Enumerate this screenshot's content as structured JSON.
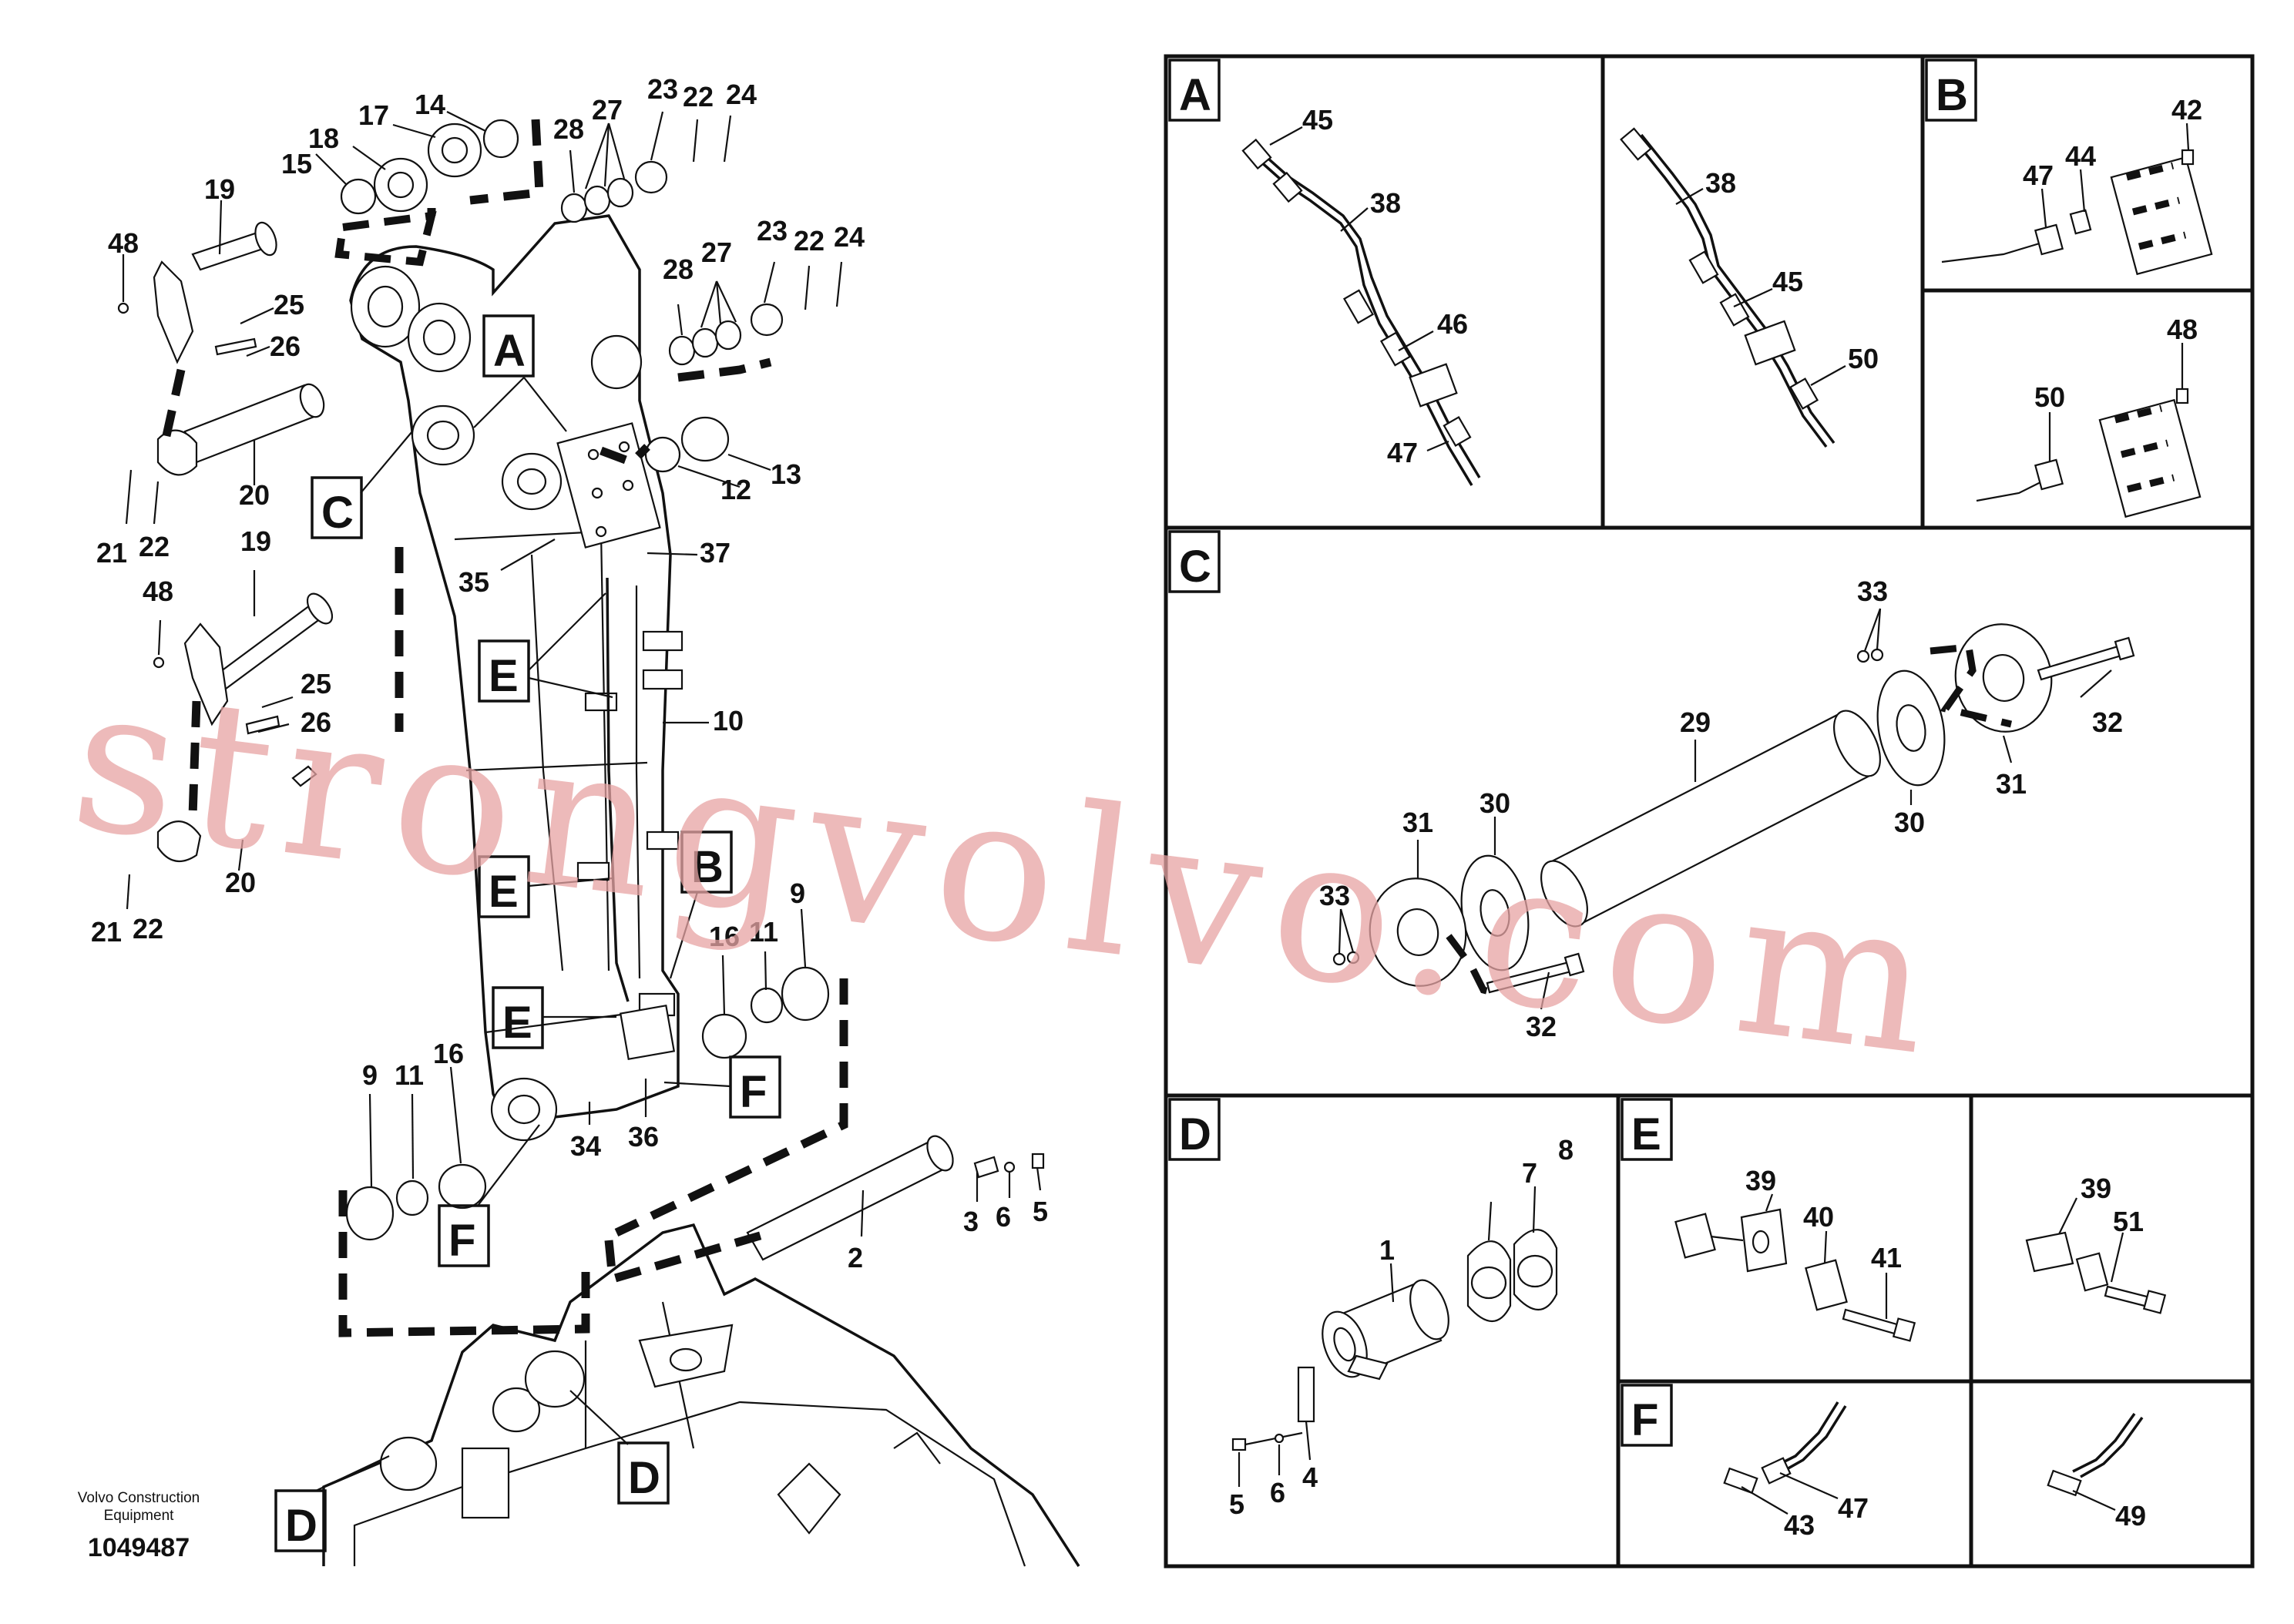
{
  "drawing": {
    "publisher_line1": "Volvo Construction",
    "publisher_line2": "Equipment",
    "drawing_number": "1049487"
  },
  "watermark": "strongvolvo.com",
  "colors": {
    "ink": "#111111",
    "watermark": "#e7a4a4",
    "background": "#ffffff"
  },
  "detail_panels": {
    "A1": {
      "letter": "A",
      "labels": [
        "45",
        "38",
        "46",
        "47"
      ]
    },
    "A2": {
      "labels": [
        "38",
        "45",
        "50"
      ]
    },
    "B1": {
      "letter": "B",
      "labels": [
        "42",
        "44",
        "47"
      ]
    },
    "B2": {
      "labels": [
        "48",
        "50"
      ]
    },
    "C": {
      "letter": "C",
      "labels": [
        "33",
        "32",
        "29",
        "31",
        "30",
        "30",
        "31",
        "33",
        "32"
      ]
    },
    "D": {
      "letter": "D",
      "labels": [
        "7",
        "8",
        "1",
        "5",
        "6",
        "4"
      ]
    },
    "E1": {
      "letter": "E",
      "labels": [
        "39",
        "40",
        "41"
      ]
    },
    "E2": {
      "labels": [
        "39",
        "51"
      ]
    },
    "F1": {
      "letter": "F",
      "labels": [
        "47",
        "43"
      ]
    },
    "F2": {
      "labels": [
        "49"
      ]
    }
  },
  "main_view": {
    "callout_boxes": [
      "A",
      "C",
      "E",
      "E",
      "B",
      "E",
      "F",
      "F",
      "D",
      "D"
    ],
    "labels": [
      "19",
      "48",
      "25",
      "26",
      "20",
      "21",
      "22",
      "15",
      "18",
      "17",
      "14",
      "28",
      "27",
      "23",
      "22",
      "24",
      "28",
      "27",
      "23",
      "22",
      "24",
      "13",
      "12",
      "35",
      "37",
      "10",
      "19",
      "48",
      "25",
      "26",
      "20",
      "21",
      "22",
      "9",
      "11",
      "16",
      "16",
      "11",
      "9",
      "34",
      "36",
      "3",
      "6",
      "5",
      "2"
    ]
  }
}
